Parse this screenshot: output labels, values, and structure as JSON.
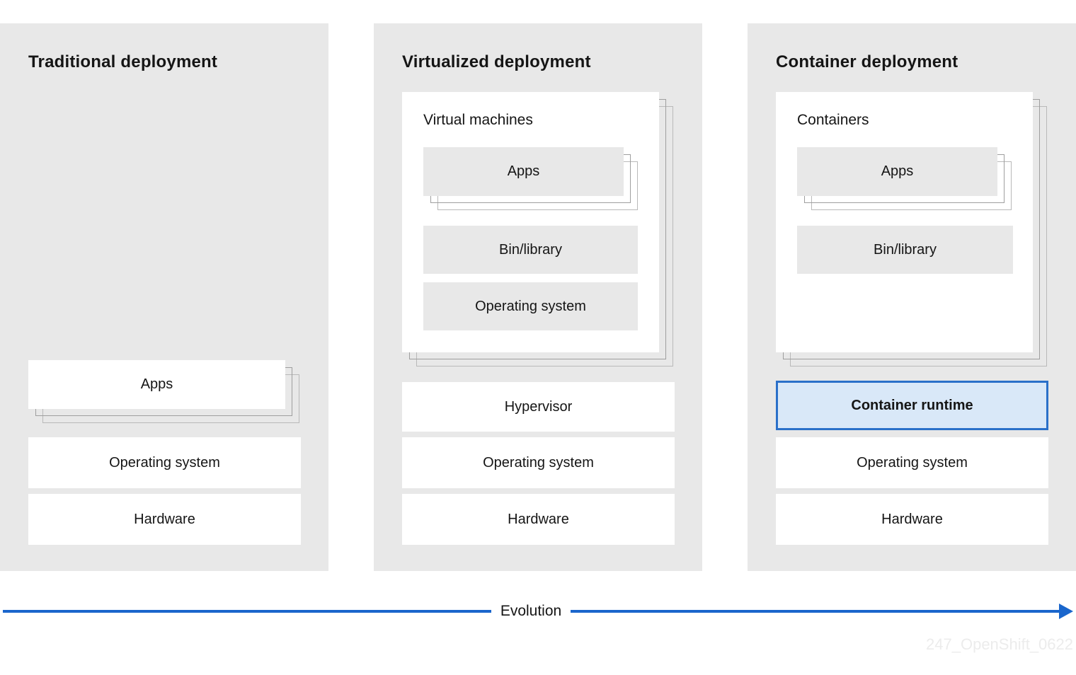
{
  "panels": {
    "traditional": {
      "title": "Traditional deployment",
      "apps": "Apps",
      "os": "Operating system",
      "hardware": "Hardware"
    },
    "virtualized": {
      "title": "Virtualized deployment",
      "card_label": "Virtual machines",
      "apps": "Apps",
      "bin": "Bin/library",
      "vm_os": "Operating system",
      "hypervisor": "Hypervisor",
      "os": "Operating system",
      "hardware": "Hardware"
    },
    "container": {
      "title": "Container deployment",
      "card_label": "Containers",
      "apps": "Apps",
      "bin": "Bin/library",
      "runtime": "Container runtime",
      "os": "Operating system",
      "hardware": "Hardware"
    }
  },
  "evolution": {
    "label": "Evolution"
  },
  "watermark": "247_OpenShift_0622",
  "colors": {
    "panel_bg": "#e8e8e8",
    "box_white": "#ffffff",
    "box_gray": "#e8e8e8",
    "stack_outline": "#9e9e9e",
    "accent_blue": "#1a66cc",
    "runtime_fill": "#d9e8f8",
    "runtime_border": "#2a70c9",
    "text": "#151515",
    "watermark_text": "#ececec"
  }
}
